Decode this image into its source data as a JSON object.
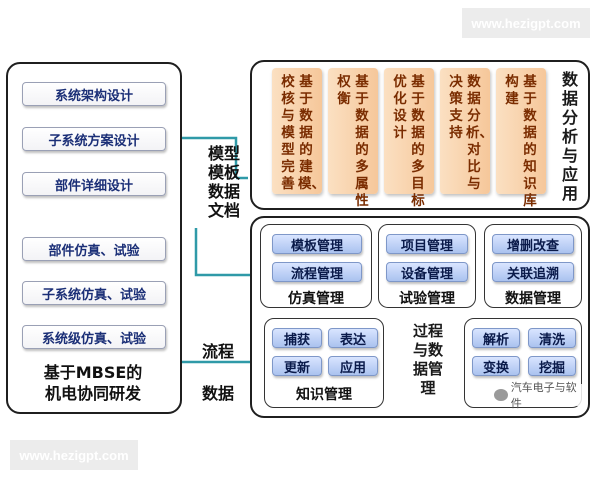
{
  "watermarks": {
    "top": "www.hezigpt.com",
    "bottom": "www.hezigpt.com",
    "badge": "汽车电子与软件"
  },
  "left_panel": {
    "items": [
      "系统架构设计",
      "子系统方案设计",
      "部件详细设计",
      "部件仿真、试验",
      "子系统仿真、试验",
      "系统级仿真、试验"
    ],
    "title_line1": "基于MBSE的",
    "title_line2": "机电协同研发"
  },
  "connectors": {
    "doc_line1": "模型",
    "doc_line2": "模板",
    "doc_line3": "数据",
    "doc_line4": "文档",
    "flow": "流程",
    "data": "数据"
  },
  "data_analysis": {
    "title": "数据分析与应用",
    "columns": [
      [
        "基于数据的建模、",
        "校核与模型完善"
      ],
      [
        "基于数据的多属性",
        "权衡"
      ],
      [
        "基于数据的多目标",
        "优化设计"
      ],
      [
        "数据分析、对比与",
        "决策支持"
      ],
      [
        "基于数据的知识库",
        "构建"
      ]
    ]
  },
  "process_data_mgmt": {
    "center_label": "过程与数据管理",
    "groups": [
      {
        "label": "仿真管理",
        "items": [
          "模板管理",
          "流程管理"
        ]
      },
      {
        "label": "试验管理",
        "items": [
          "项目管理",
          "设备管理"
        ]
      },
      {
        "label": "数据管理",
        "items": [
          "增删改查",
          "关联追溯"
        ]
      },
      {
        "label": "知识管理",
        "items": [
          "捕获",
          "表达",
          "更新",
          "应用"
        ]
      },
      {
        "label": "",
        "items": [
          "解析",
          "清洗",
          "变换",
          "挖掘"
        ]
      }
    ]
  }
}
